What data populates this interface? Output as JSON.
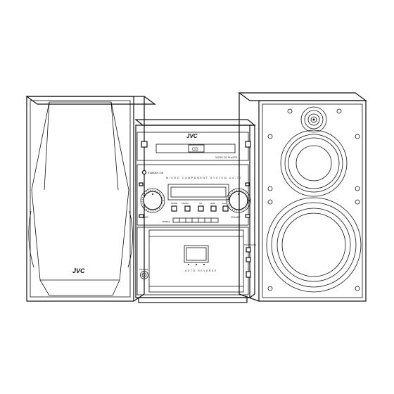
{
  "brand": {
    "logo_text": "JVC"
  },
  "cd_unit": {
    "label": "3-DISC CD PLAYER",
    "disc_badge": "CD"
  },
  "amp_unit": {
    "standby_label": "STANDBY / ON",
    "system_label": "MICRO COMPONENT SYSTEM UX-T1",
    "bass_label": "BASS",
    "treble_label": "TREBLE",
    "fm_label": "FM/AM",
    "cd_label": "CD",
    "tape_label": "TAPE",
    "aux_label": "AUX",
    "mode_label": "MODE",
    "volume_label": "VOLUME"
  },
  "tape_unit": {
    "label": "AUTO REVERSE",
    "phones_label": "PHONES",
    "rec_label": "REC/PAUSE"
  }
}
